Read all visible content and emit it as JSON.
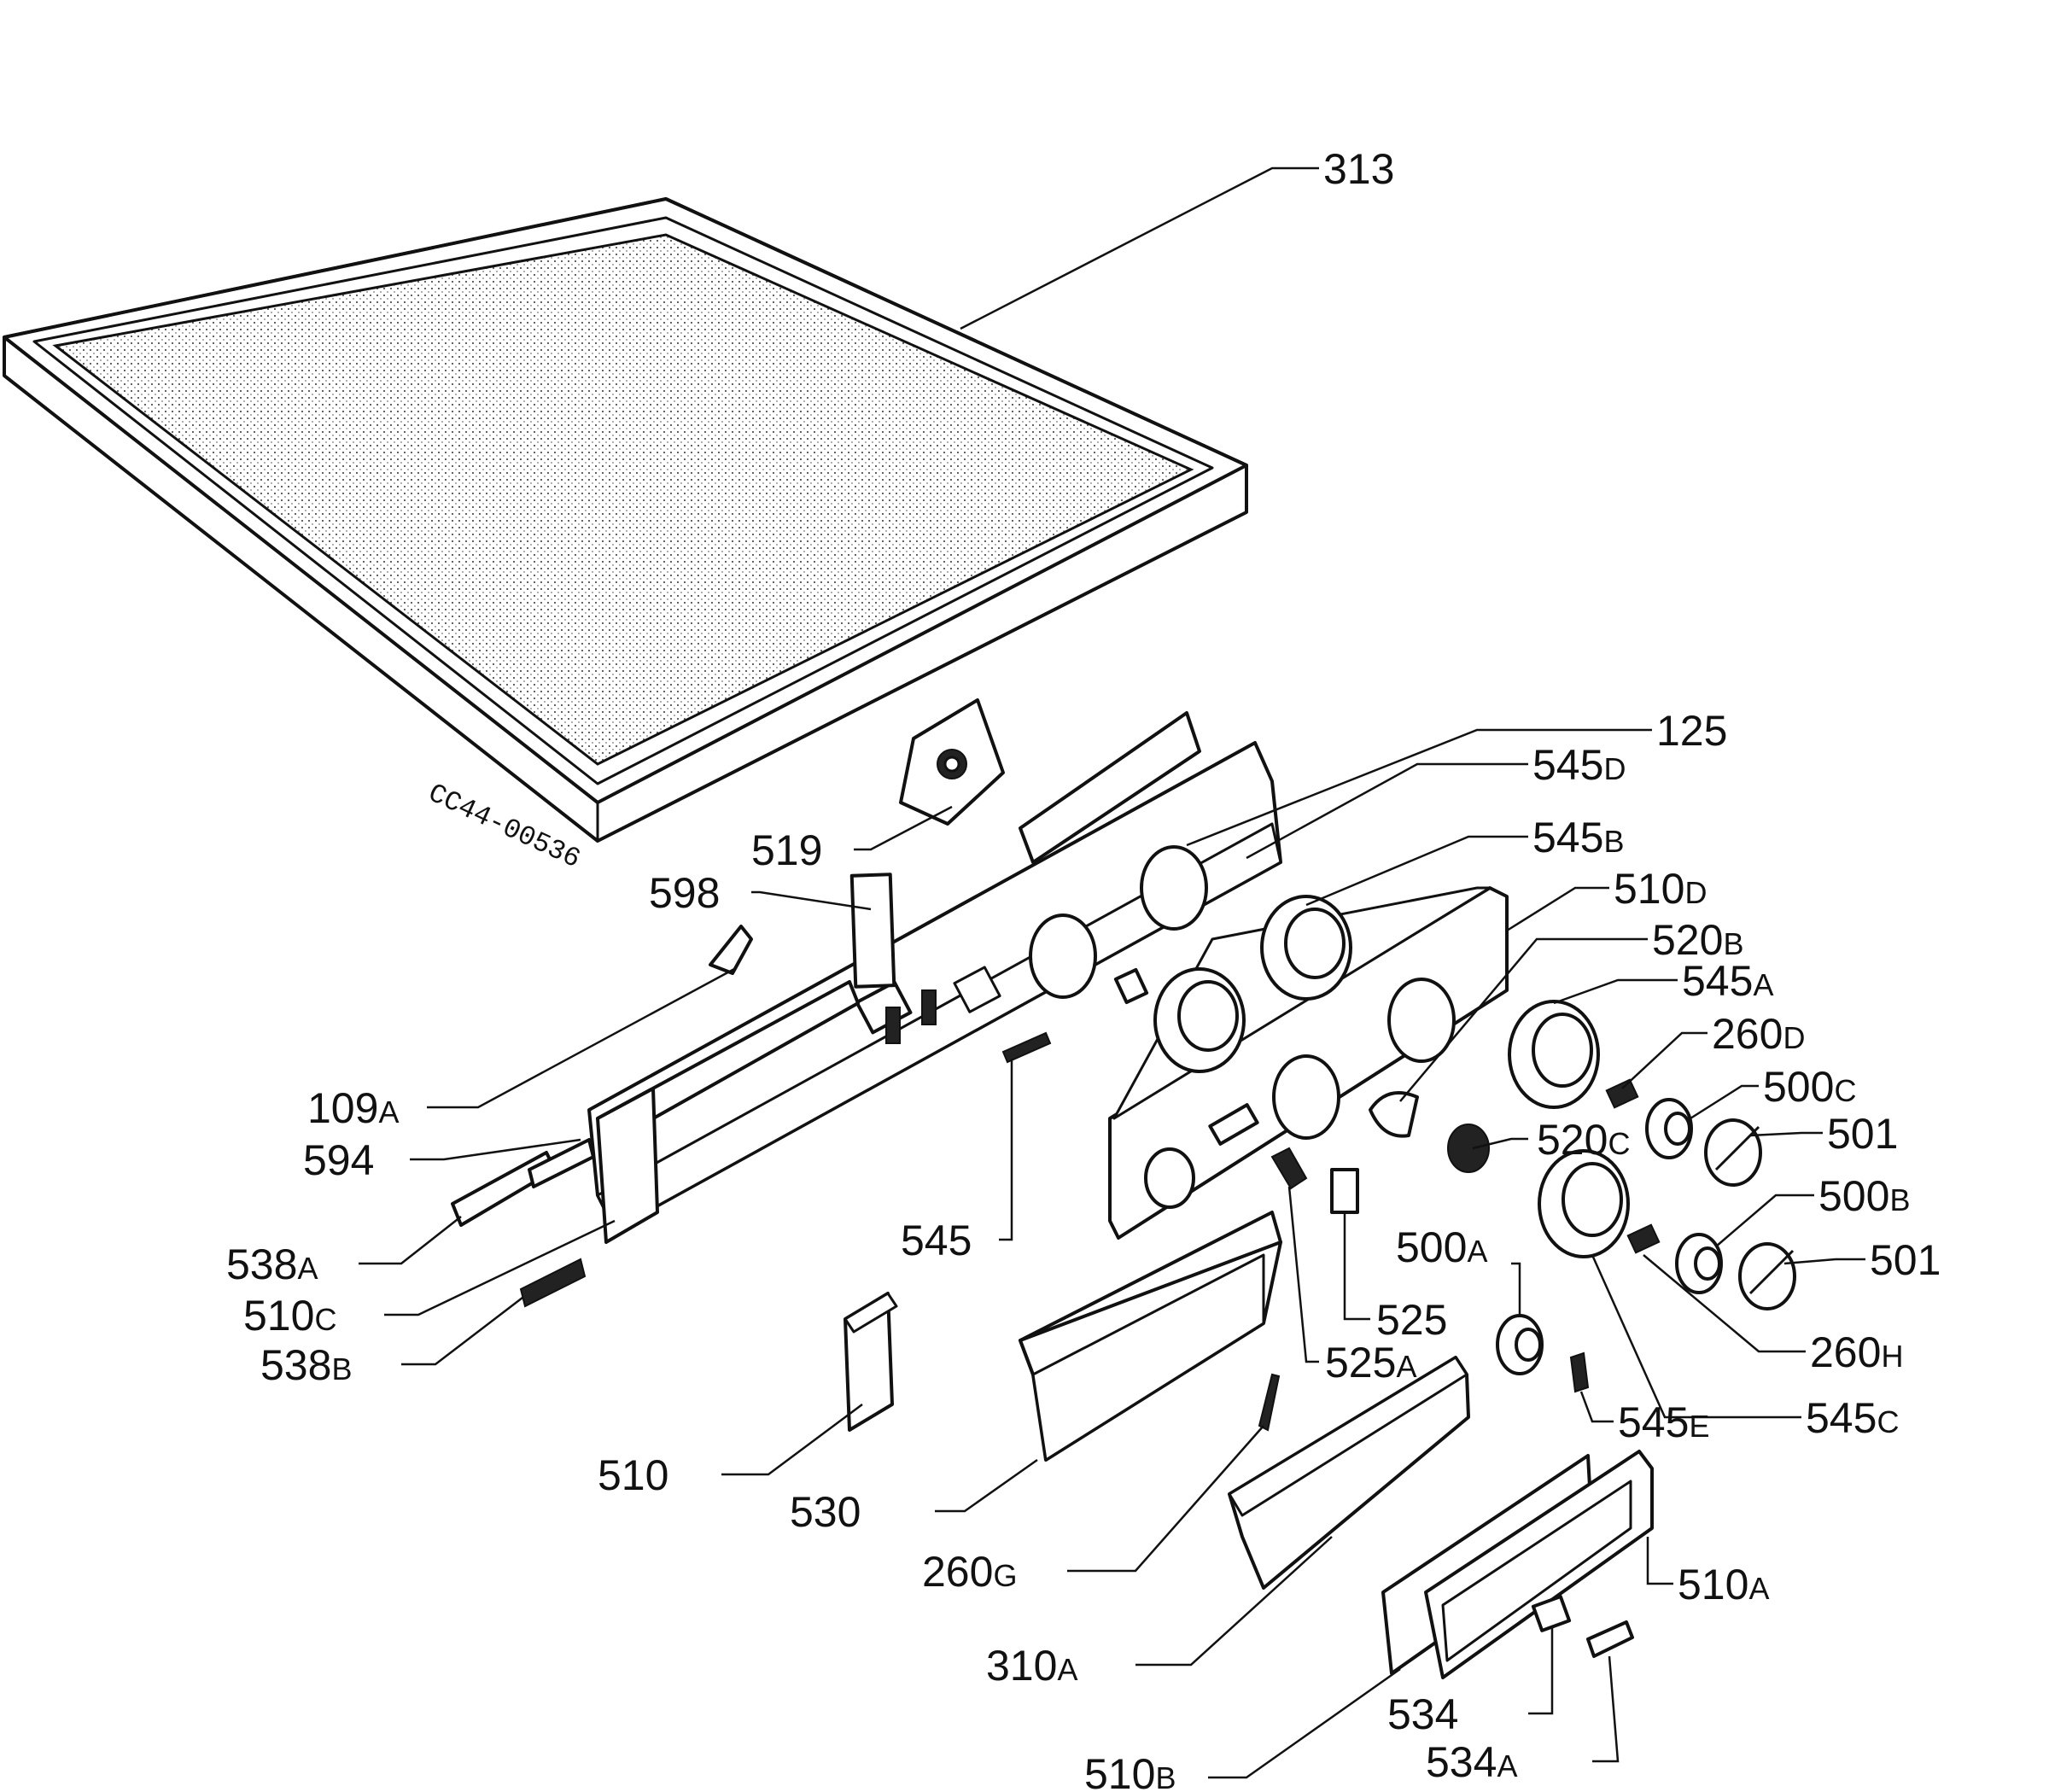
{
  "drawing_code": "CC44-00536",
  "callouts": [
    {
      "num": "313",
      "suffix": ""
    },
    {
      "num": "125",
      "suffix": ""
    },
    {
      "num": "545",
      "suffix": "D"
    },
    {
      "num": "545",
      "suffix": "B"
    },
    {
      "num": "510",
      "suffix": "D"
    },
    {
      "num": "520",
      "suffix": "B"
    },
    {
      "num": "545",
      "suffix": "A"
    },
    {
      "num": "260",
      "suffix": "D"
    },
    {
      "num": "500",
      "suffix": "C"
    },
    {
      "num": "501",
      "suffix": ""
    },
    {
      "num": "500",
      "suffix": "B"
    },
    {
      "num": "501",
      "suffix": ""
    },
    {
      "num": "260",
      "suffix": "H"
    },
    {
      "num": "545",
      "suffix": "C"
    },
    {
      "num": "519",
      "suffix": ""
    },
    {
      "num": "598",
      "suffix": ""
    },
    {
      "num": "109",
      "suffix": "A"
    },
    {
      "num": "594",
      "suffix": ""
    },
    {
      "num": "538",
      "suffix": "A"
    },
    {
      "num": "510",
      "suffix": "C"
    },
    {
      "num": "538",
      "suffix": "B"
    },
    {
      "num": "545",
      "suffix": ""
    },
    {
      "num": "520",
      "suffix": "C"
    },
    {
      "num": "500",
      "suffix": "A"
    },
    {
      "num": "525",
      "suffix": ""
    },
    {
      "num": "525",
      "suffix": "A"
    },
    {
      "num": "545",
      "suffix": "E"
    },
    {
      "num": "510",
      "suffix": ""
    },
    {
      "num": "530",
      "suffix": ""
    },
    {
      "num": "260",
      "suffix": "G"
    },
    {
      "num": "310",
      "suffix": "A"
    },
    {
      "num": "510",
      "suffix": "A"
    },
    {
      "num": "534",
      "suffix": ""
    },
    {
      "num": "534",
      "suffix": "A"
    },
    {
      "num": "510",
      "suffix": "B"
    }
  ]
}
